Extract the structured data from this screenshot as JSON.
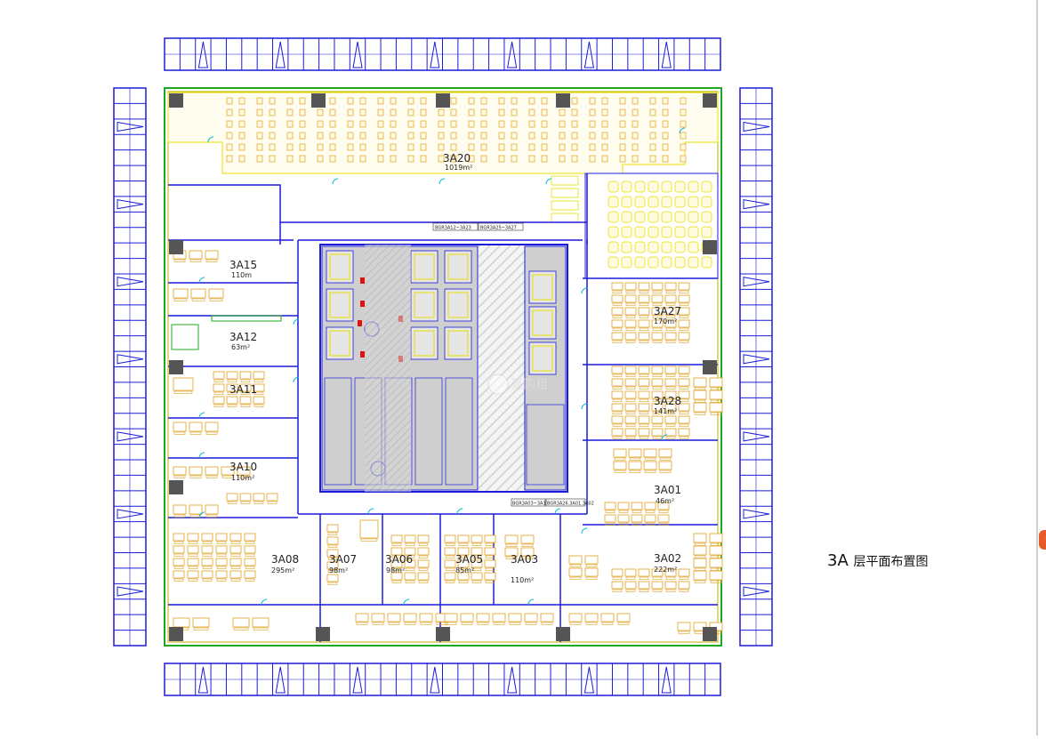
{
  "drawing": {
    "title_code": "3A",
    "title_text": "层平面布置图"
  },
  "rooms": [
    {
      "id": "3A20",
      "code": "3A20",
      "area": "1019m²"
    },
    {
      "id": "3A15",
      "code": "3A15",
      "area": "110m"
    },
    {
      "id": "3A12",
      "code": "3A12",
      "area": "63m²"
    },
    {
      "id": "3A11",
      "code": "3A11",
      "area": ""
    },
    {
      "id": "3A10",
      "code": "3A10",
      "area": "110m²"
    },
    {
      "id": "3A08",
      "code": "3A08",
      "area": "295m²"
    },
    {
      "id": "3A07",
      "code": "3A07",
      "area": "98m²"
    },
    {
      "id": "3A06",
      "code": "3A06",
      "area": "98m²"
    },
    {
      "id": "3A05",
      "code": "3A05",
      "area": "85m²"
    },
    {
      "id": "3A03",
      "code": "3A03",
      "area": "110m²"
    },
    {
      "id": "3A27",
      "code": "3A27",
      "area": "170m²"
    },
    {
      "id": "3A28",
      "code": "3A28",
      "area": "141m²"
    },
    {
      "id": "3A01",
      "code": "3A01",
      "area": "46m²"
    },
    {
      "id": "3A02",
      "code": "3A02",
      "area": "222m²"
    }
  ],
  "corridor_tags": [
    "BGR3A12~3A23",
    "BGR3A25~3A27",
    "BGR3A03~3A11",
    "BGR3A26.3A01.3A02"
  ],
  "watermark": "易购租",
  "colors": {
    "wall": "#1c1cd8",
    "outer_green": "#1fa81f",
    "furniture": "#e0a020",
    "yellow": "#e8e000",
    "core_fill": "#c4c4c4",
    "red": "#dd1111",
    "cyan": "#00b8d0",
    "column": "#555555",
    "accent": "#e85a2a"
  }
}
